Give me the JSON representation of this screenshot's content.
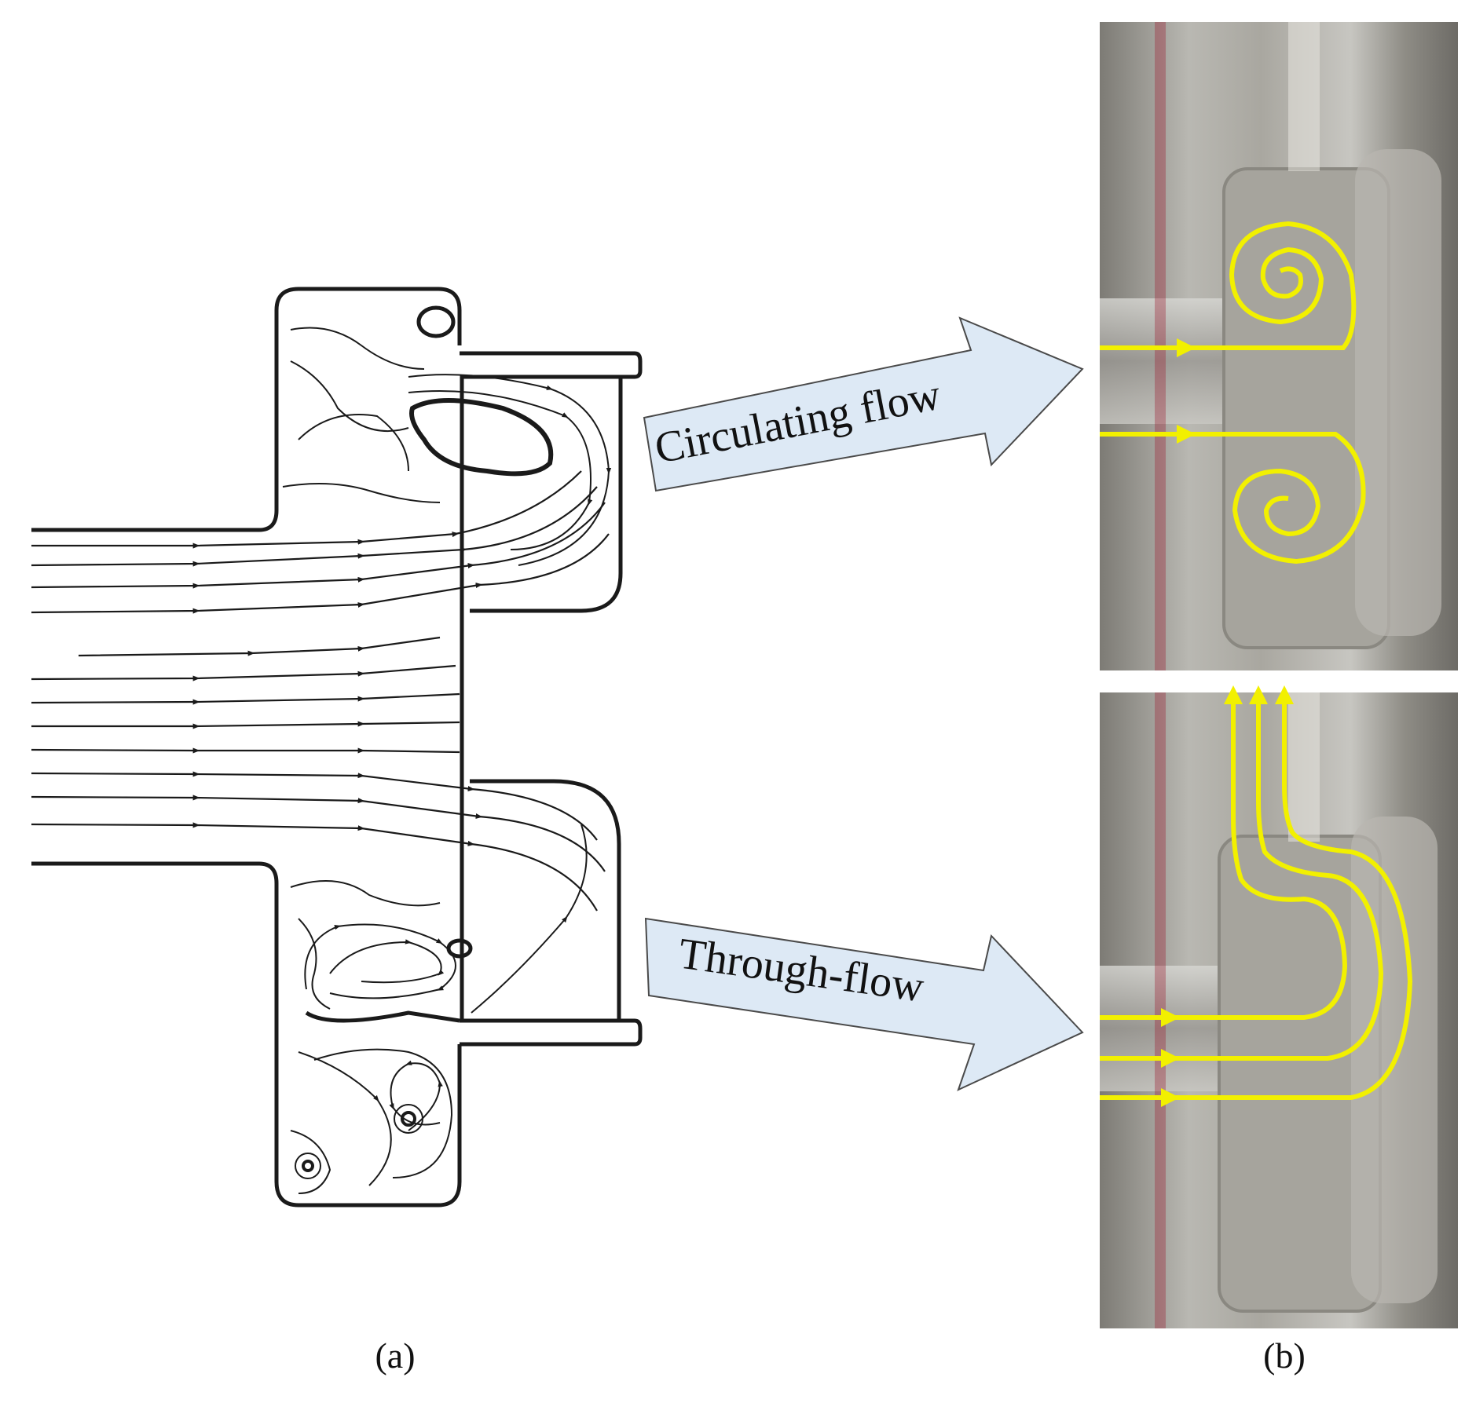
{
  "panels": {
    "a": {
      "caption": "(a)"
    },
    "b": {
      "caption": "(b)"
    }
  },
  "arrows": {
    "top": {
      "label": "Circulating flow"
    },
    "bottom": {
      "label": "Through-flow"
    }
  },
  "colors": {
    "stroke": "#1a1a1a",
    "arrow_fill": "#dde9f5",
    "arrow_stroke": "#4a4a4a",
    "photo_base": "#8d8b84",
    "flow_line": "#f2f000"
  }
}
